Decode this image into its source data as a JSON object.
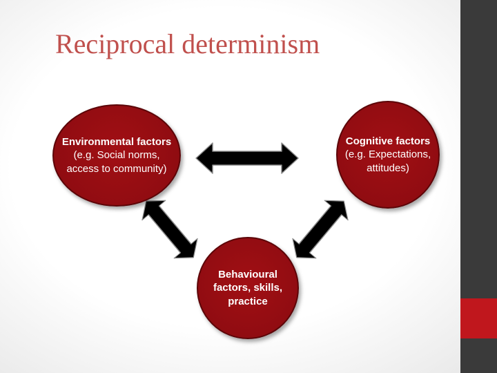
{
  "slide": {
    "title": "Reciprocal determinism"
  },
  "nodes": {
    "environmental": {
      "bold": "Environmental factors",
      "normal": " (e.g. Social norms, access to community)"
    },
    "cognitive": {
      "bold": "Cognitive factors",
      "normal": " (e.g. Expectations, attitudes)"
    },
    "behavioural": {
      "bold": "Behavioural factors, skills, practice",
      "normal": ""
    }
  },
  "colors": {
    "title": "#c0504d",
    "node_fill": "#a10f14",
    "arrow_fill": "#000000",
    "sidebar": "#3a3a3a",
    "sidebar_accent": "#c0171d"
  }
}
